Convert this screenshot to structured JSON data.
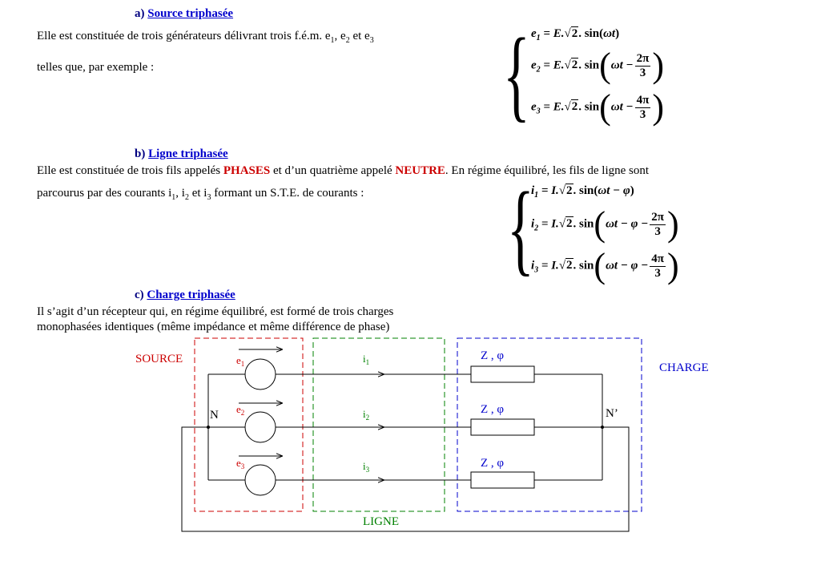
{
  "section_a": {
    "label": "a) ",
    "title": "Source triphasée",
    "line1_pre": "Elle est constituée de trois générateurs délivrant trois f.é.m. e",
    "line1_sub1": "1",
    "line1_mid1": ", e",
    "line1_sub2": "2",
    "line1_mid2": " et e",
    "line1_sub3": "3",
    "line2": "telles que, par exemple :"
  },
  "eq_e": [
    {
      "lhs": "e",
      "sub": "1",
      "rhs": "= E.",
      "sqrt": "2",
      "fn": ". sin",
      "arg": "ωt",
      "num": "",
      "den": ""
    },
    {
      "lhs": "e",
      "sub": "2",
      "rhs": "= E.",
      "sqrt": "2",
      "fn": ". sin",
      "arg": "ωt −",
      "num": "2π",
      "den": "3"
    },
    {
      "lhs": "e",
      "sub": "3",
      "rhs": "= E.",
      "sqrt": "2",
      "fn": ". sin",
      "arg": "ωt −",
      "num": "4π",
      "den": "3"
    }
  ],
  "section_b": {
    "label": "b) ",
    "title": "Ligne triphasée",
    "line1_pre": "Elle est constituée de trois fils appelés ",
    "phases": "PHASES",
    "line1_mid": " et d’un quatrième appelé ",
    "neutre": "NEUTRE",
    "line1_post": ". En régime équilibré, les fils de ligne sont",
    "line2_pre": "parcourus par des courants i",
    "line2_sub1": "1",
    "line2_mid1": ", i",
    "line2_sub2": "2",
    "line2_mid2": " et i",
    "line2_sub3": "3",
    "line2_post": " formant un S.T.E. de courants :"
  },
  "eq_i": [
    {
      "lhs": "i",
      "sub": "1",
      "rhs": "= I.",
      "sqrt": "2",
      "fn": ". sin",
      "arg": "ωt − φ",
      "num": "",
      "den": ""
    },
    {
      "lhs": "i",
      "sub": "2",
      "rhs": "= I.",
      "sqrt": "2",
      "fn": ". sin",
      "arg": "ωt − φ −",
      "num": "2π",
      "den": "3"
    },
    {
      "lhs": "i",
      "sub": "3",
      "rhs": "= I.",
      "sqrt": "2",
      "fn": ". sin",
      "arg": "ωt − φ −",
      "num": "4π",
      "den": "3"
    }
  ],
  "section_c": {
    "label": "c) ",
    "title": "Charge triphasée",
    "line1": "Il s’agit d’un récepteur qui, en régime équilibré, est formé de trois charges",
    "line2": "monophasées identiques (même impédance et même différence de phase)"
  },
  "diagram": {
    "source_label": "SOURCE",
    "charge_label": "CHARGE",
    "ligne_label": "LIGNE",
    "node_n": "N",
    "node_n2": "N’",
    "emf": [
      {
        "t": "e",
        "s": "1"
      },
      {
        "t": "e",
        "s": "2"
      },
      {
        "t": "e",
        "s": "3"
      }
    ],
    "currents": [
      {
        "t": "i",
        "s": "1"
      },
      {
        "t": "i",
        "s": "2"
      },
      {
        "t": "i",
        "s": "3"
      }
    ],
    "impedance": "Z , φ",
    "colors": {
      "source": "#cc0000",
      "ligne": "#008000",
      "charge": "#0000cc"
    }
  }
}
